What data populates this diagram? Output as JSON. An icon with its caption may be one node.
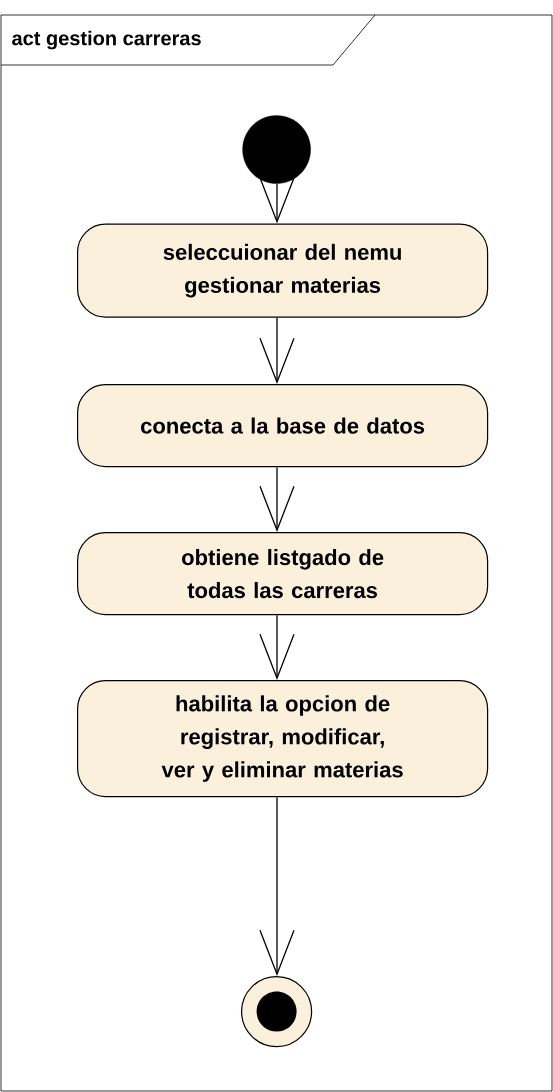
{
  "diagram": {
    "nodes": [
      {
        "text": [
          "act gestion carreras"
        ]
      },
      {
        "text": [],
        "shape": "circle",
        "in": 0
      },
      {
        "text": [
          "seleccuionar del nemu gestionar materias"
        ],
        "in": 0
      },
      {
        "text": [
          "conecta a la base de datos"
        ],
        "in": 0
      },
      {
        "text": [
          "obtiene listgado de todas las carreras"
        ],
        "in": 0
      },
      {
        "text": [
          "habilita la opcion de registrar, modificar, ver y eliminar materias"
        ],
        "in": 0
      },
      {
        "text": [],
        "shape": "circle",
        "in": 0
      }
    ],
    "edges": [
      {
        "from": 1,
        "to": 2,
        "arrow": "to"
      },
      {
        "from": 2,
        "to": 3,
        "arrow": "to"
      },
      {
        "from": 3,
        "to": 4,
        "arrow": "to"
      },
      {
        "from": 4,
        "to": 5,
        "arrow": "to"
      },
      {
        "from": 5,
        "to": 6,
        "arrow": "to"
      }
    ]
  }
}
